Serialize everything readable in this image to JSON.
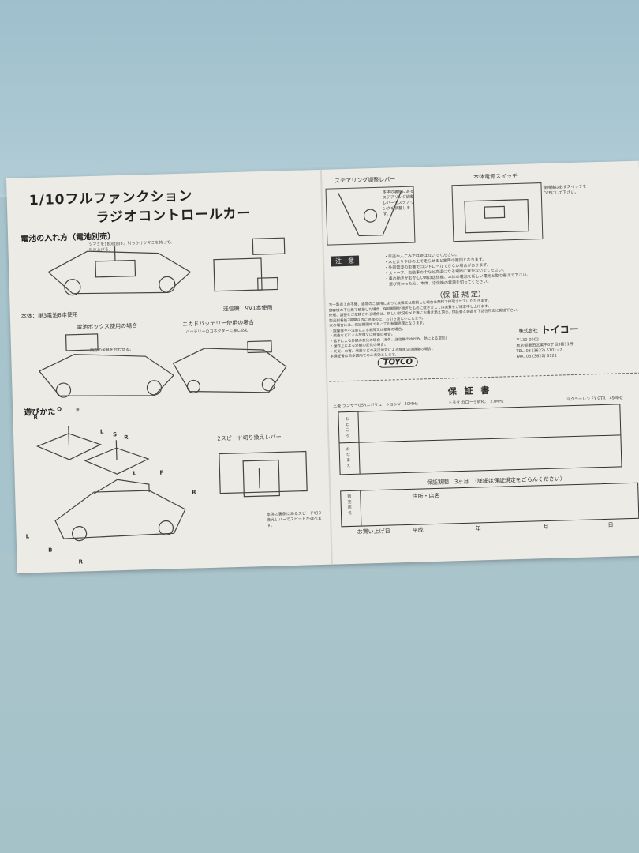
{
  "left": {
    "title_line1": "1/10フルファンクション",
    "title_line2": "ラジオコントロールカー",
    "battery_heading": "電池の入れ方（電池別売）",
    "antenna_note": "ツマミを180度回す。引っかけツマミを持って、引き上げる。",
    "body_battery": "本体：単3電池8本使用",
    "transmitter_battery": "送信機：9V1本使用",
    "battery_box_case": "電池ボックス使用の場合",
    "nicad_case": "ニカドバッテリー使用の場合",
    "nicad_note": "バッテリーのコネクターに差し込む",
    "battery_box_note": "両方の金具を合わせる。",
    "play_heading": "遊びかた",
    "stick_labels": [
      "B",
      "O",
      "F",
      "L",
      "S",
      "R"
    ],
    "direction_labels": [
      "L",
      "F",
      "R",
      "L",
      "B",
      "R"
    ],
    "speed_heading": "2スピード切り換えレバー",
    "speed_note": "本体の裏側にあるスピード切り換えレバーでスピードが選べます。"
  },
  "right": {
    "steering_heading": "ステアリング調整レバー",
    "steering_note": "本体の裏側にあるステアリング調整レバーでステアリングを調整します。",
    "power_heading": "本体電源スイッチ",
    "power_note": "使用後は必ずスイッチをOFFにして下さい。",
    "caution_label": "注　意",
    "caution_lines": [
      "・車道や人ごみでは遊ばないでください。",
      "・水たまりや砂の上で走らせると故障の原因となります。",
      "・外部電波の影響でコントロールできない場合があります。",
      "・ストーブ、自動車の中など高温になる場所に置かないでください。",
      "・車の動きがおかしい時は送信機、本体の電池を新しい電池と取り替えて下さい。",
      "・遊び終わったら、本体、送信機の電源を切ってください。"
    ],
    "warranty_rules_heading": "（保 証 規 定）",
    "warranty_rules_text": [
      "万一製造上の不備、通常のご使用によって故障又は破損した場合は無料で修理させていただきます。",
      "御客様の不注意で破損した場合、保証期間が過ぎたものに就きましては実費をご請求申し上げます。",
      "修理、調整をご依頼される場合は、新しい状況をメモ等にお書き添え頂き、保証書と製品を下記住所迄に郵送下さい。",
      "製品到着後3週間以内に修理の上、お引き渡しいたします。",
      "次の場合には、保証期間中であっても有償修理となります。",
      "・誤操作や不注意による故障又は損傷の場合。",
      "・改造などによる故障又は損傷の場合。",
      "・落下による外観の変化の場合（本体、送信機のゆがみ、熱による変形）",
      "・操作上による外観の変化の場合。",
      "・天災、水害、地震などの天災地変による故障又は損傷の場合。",
      "本保証書は日本国内でのみ有効とします。"
    ],
    "company_prefix": "株式会社",
    "company_name": "トイコー",
    "postal": "〒130-0002",
    "address": "東京都墨田区業平6丁目3番11号",
    "tel": "TEL. 03 (3622) 5101~2",
    "fax": "FAX. 03 (3622) 8121",
    "brand_logo": "TOYCO"
  },
  "warranty_card": {
    "title": "保 証 書",
    "models": [
      "三菱 ランサーGSRエボリューションV　40MHz",
      "トヨタ カローラWRC　27MHz",
      "マクラーレン F1 GTR　49MHz"
    ],
    "address_label": "おところ",
    "name_label": "おなまえ",
    "period": "保証期間　3ヶ月　（詳細は保証規定をごらんください）",
    "store_label": "販売店名",
    "store_address": "住所・店名",
    "purchase_date": "お買い上げ日",
    "era": "平成",
    "year": "年",
    "month": "月",
    "day": "日"
  },
  "colors": {
    "paper": "#ecebe6",
    "cloth": "#a7c3cb",
    "ink": "#2a2a2a"
  }
}
